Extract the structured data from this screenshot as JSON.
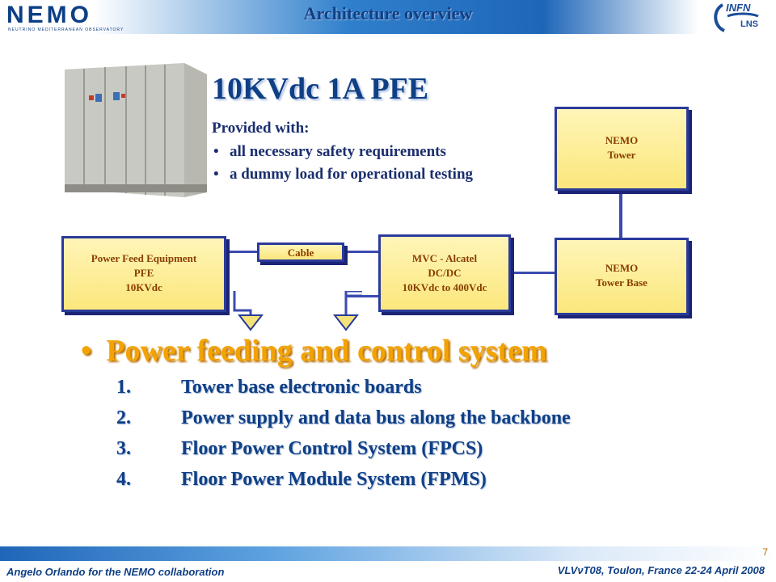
{
  "header": {
    "logo_left": "NEMO",
    "logo_left_tag": "NEUTRINO MEDITERRANEAN OBSERVATORY",
    "title": "Architecture overview",
    "logo_right_main": "INFN",
    "logo_right_sub": "LNS"
  },
  "pfe": {
    "title": "10KVdc 1A PFE",
    "intro": "Provided with:",
    "bullets": [
      "all necessary safety requirements",
      "a dummy load for operational testing"
    ],
    "bullet_char": "•"
  },
  "diagram": {
    "pfe_box": [
      "Power Feed Equipment",
      "PFE",
      "10KVdc"
    ],
    "cable": "Cable",
    "mvc_box": [
      "MVC - Alcatel",
      "DC/DC",
      "10KVdc to 400Vdc"
    ],
    "tower_box": [
      "NEMO",
      "Tower"
    ],
    "tower_base_box": [
      "NEMO",
      "Tower Base"
    ]
  },
  "main": {
    "bullet_char": "•",
    "heading": "Power feeding and control system",
    "items": [
      {
        "num": "1.",
        "text": "Tower base electronic boards"
      },
      {
        "num": "2.",
        "text": "Power supply and data bus along the backbone"
      },
      {
        "num": "3.",
        "text": "Floor Power Control System (FPCS)"
      },
      {
        "num": "4.",
        "text": "Floor Power Module System (FPMS)"
      }
    ]
  },
  "footer": {
    "page": "7",
    "left": "Angelo Orlando for the NEMO collaboration",
    "right": "VLVνT08, Toulon, France 22-24 April 2008"
  },
  "colors": {
    "title_blue": "#0f3f85",
    "heading_orange": "#f3a300",
    "box_fill": "#fbe77c",
    "box_border": "#2a3b9a"
  }
}
